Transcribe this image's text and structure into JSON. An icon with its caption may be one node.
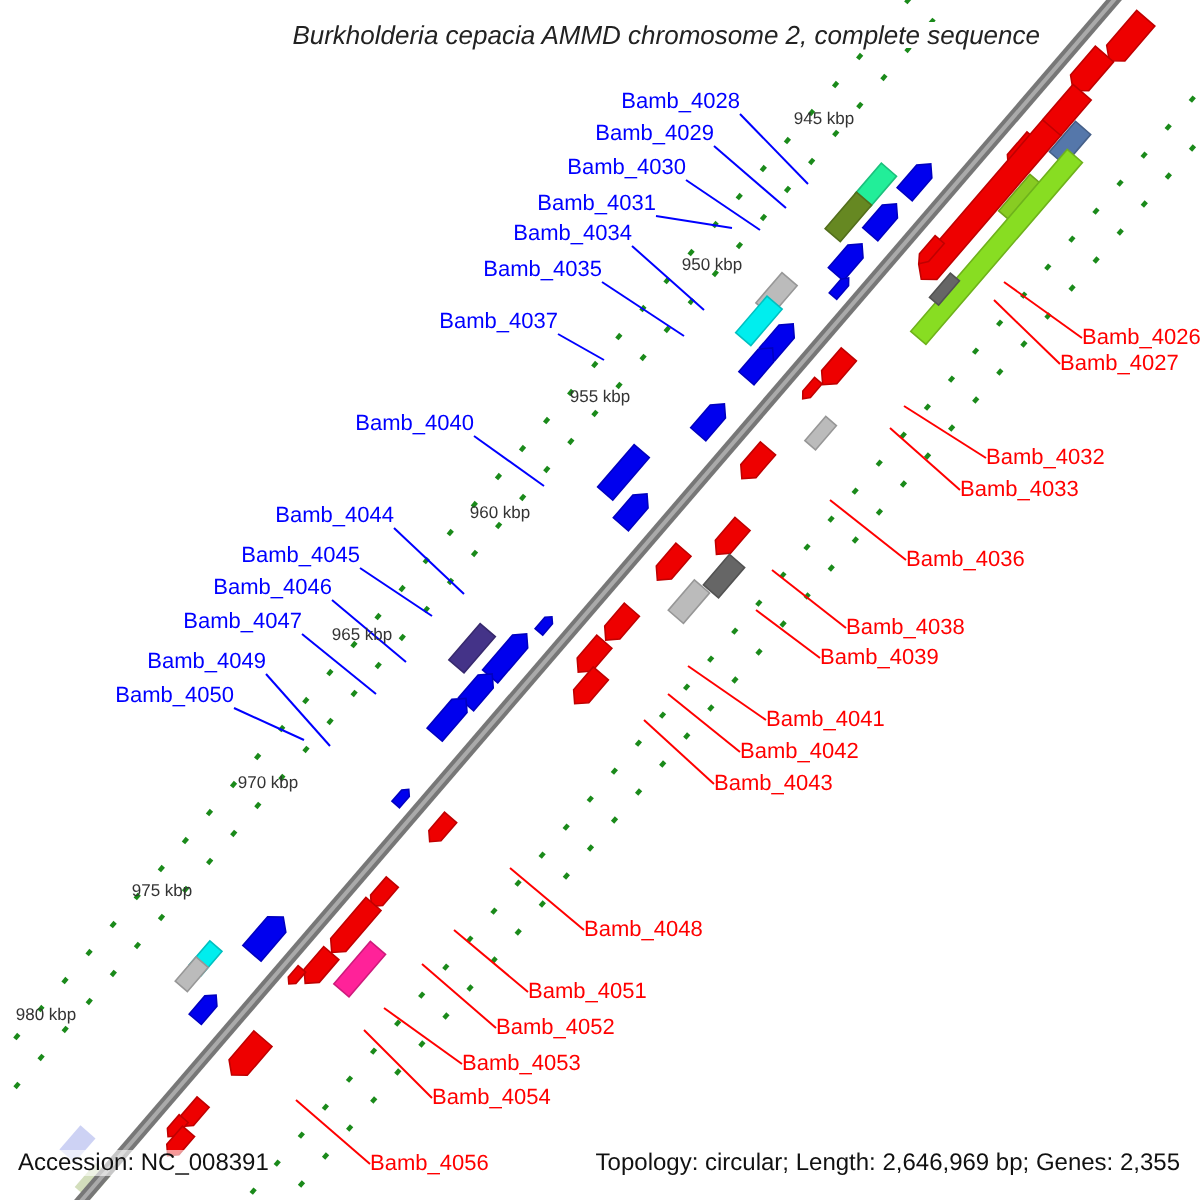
{
  "diagram": {
    "title": "Burkholderia cepacia AMMD chromosome 2, complete sequence",
    "nodes": [
      {
        "text": [
          "Bamb_4028"
        ]
      },
      {
        "text": [
          "Bamb_4029"
        ]
      },
      {
        "text": [
          "Bamb_4030"
        ]
      },
      {
        "text": [
          "Bamb_4031"
        ]
      },
      {
        "text": [
          "Bamb_4034"
        ]
      },
      {
        "text": [
          "Bamb_4035"
        ]
      },
      {
        "text": [
          "Bamb_4037"
        ]
      },
      {
        "text": [
          "Bamb_4026"
        ]
      },
      {
        "text": [
          "Bamb_4027"
        ]
      },
      {
        "text": [
          "Bamb_4040"
        ]
      },
      {
        "text": [
          "Bamb_4032"
        ]
      },
      {
        "text": [
          "Bamb_4033"
        ]
      },
      {
        "text": [
          "Bamb_4044"
        ]
      },
      {
        "text": [
          "Bamb_4045"
        ]
      },
      {
        "text": [
          "Bamb_4036"
        ]
      },
      {
        "text": [
          "Bamb_4046"
        ]
      },
      {
        "text": [
          "Bamb_4047"
        ]
      },
      {
        "text": [
          "Bamb_4038"
        ]
      },
      {
        "text": [
          "Bamb_4039"
        ]
      },
      {
        "text": [
          "Bamb_4049"
        ]
      },
      {
        "text": [
          "Bamb_4050"
        ]
      },
      {
        "text": [
          "Bamb_4041"
        ]
      },
      {
        "text": [
          "Bamb_4042"
        ]
      },
      {
        "text": [
          "Bamb_4043"
        ]
      },
      {
        "text": [
          "Bamb_4048"
        ]
      },
      {
        "text": [
          "Bamb_4051"
        ]
      },
      {
        "text": [
          "Bamb_4052"
        ]
      },
      {
        "text": [
          "Bamb_4053"
        ]
      },
      {
        "text": [
          "Bamb_4054"
        ]
      },
      {
        "text": [
          "Bamb_4056"
        ]
      }
    ],
    "edges": [
      {
        "from": 0,
        "to": null,
        "arrow": "none",
        "color": "#0000ff"
      },
      {
        "from": 1,
        "to": null,
        "arrow": "none",
        "color": "#0000ff"
      },
      {
        "from": 2,
        "to": null,
        "arrow": "none",
        "color": "#0000ff"
      },
      {
        "from": 3,
        "to": null,
        "arrow": "none",
        "color": "#0000ff"
      },
      {
        "from": 4,
        "to": null,
        "arrow": "none",
        "color": "#0000ff"
      },
      {
        "from": 5,
        "to": null,
        "arrow": "none",
        "color": "#0000ff"
      },
      {
        "from": 6,
        "to": null,
        "arrow": "none",
        "color": "#0000ff"
      },
      {
        "from": 7,
        "to": null,
        "arrow": "none"
      },
      {
        "from": 8,
        "to": null,
        "arrow": "none"
      },
      {
        "from": 9,
        "to": null,
        "arrow": "none",
        "color": "#0000ff"
      },
      {
        "from": 10,
        "to": null,
        "arrow": "none"
      },
      {
        "from": 11,
        "to": null,
        "arrow": "none"
      },
      {
        "from": 12,
        "to": null,
        "arrow": "none",
        "color": "#0000ff"
      },
      {
        "from": 13,
        "to": null,
        "arrow": "none",
        "color": "#0000ff"
      },
      {
        "from": 14,
        "to": null,
        "arrow": "none"
      },
      {
        "from": 15,
        "to": null,
        "arrow": "none",
        "color": "#0000ff"
      },
      {
        "from": 16,
        "to": null,
        "arrow": "none",
        "color": "#0000ff"
      },
      {
        "from": 17,
        "to": null,
        "arrow": "none"
      },
      {
        "from": 18,
        "to": null,
        "arrow": "none"
      },
      {
        "from": 19,
        "to": null,
        "arrow": "none",
        "color": "#0000ff"
      },
      {
        "from": 20,
        "to": null,
        "arrow": "none",
        "color": "#0000ff"
      },
      {
        "from": 21,
        "to": null,
        "arrow": "none"
      },
      {
        "from": 22,
        "to": null,
        "arrow": "none"
      },
      {
        "from": 23,
        "to": null,
        "arrow": "none"
      },
      {
        "from": 24,
        "to": null,
        "arrow": "none"
      },
      {
        "from": 25,
        "to": null,
        "arrow": "none"
      },
      {
        "from": 26,
        "to": null,
        "arrow": "none"
      },
      {
        "from": 27,
        "to": null,
        "arrow": "none"
      },
      {
        "from": 28,
        "to": null,
        "arrow": "none"
      },
      {
        "from": 29,
        "to": null,
        "arrow": "none"
      }
    ],
    "labels": [
      "945 kbp",
      "950 kbp",
      "955 kbp",
      "960 kbp",
      "965 kbp",
      "970 kbp",
      "975 kbp",
      "980 kbp",
      "Accession: NC_008391",
      "Topology: circular; Length: 2,646,969 bp; Genes: 2,355"
    ]
  }
}
